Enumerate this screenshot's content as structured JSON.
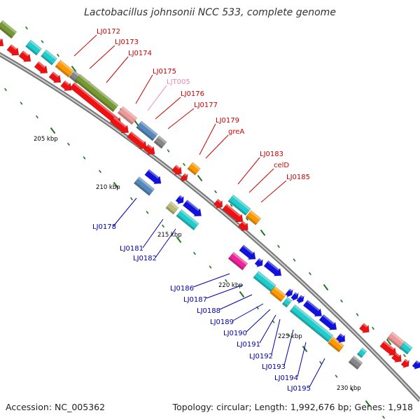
{
  "title": "Lactobacillus johnsonii NCC 533, complete genome",
  "footer": {
    "accession": "Accession: NC_005362",
    "info": "Topology: circular; Length: 1,992,676 bp; Genes: 1,918"
  },
  "kbp_labels": [
    "205 kbp",
    "210 kbp",
    "215 kbp",
    "220 kbp",
    "225 kbp",
    "230 kbp"
  ],
  "gene_labels_top": [
    "LJ0172",
    "LJ0173",
    "LJ0174",
    "LJ0175",
    "LJT005",
    "LJ0176",
    "LJ0177",
    "LJ0179",
    "greA",
    "LJ0183",
    "celD",
    "LJ0185"
  ],
  "gene_labels_bottom": [
    "LJ0178",
    "LJ0181",
    "LJ0182",
    "LJ0186",
    "LJ0187",
    "LJ0188",
    "LJ0189",
    "LJ0190",
    "LJ0191",
    "LJ0192",
    "LJ0193",
    "LJ0194",
    "LJ0195"
  ],
  "colors": {
    "red": "#ee1111",
    "blue": "#1111dd",
    "cyan": "#22cccc",
    "orange": "#ff9900",
    "green": "#779933",
    "pink": "#ee9999",
    "steel": "#5588bb",
    "gray": "#888888",
    "magenta": "#ee2299",
    "khaki": "#bbbb77"
  }
}
